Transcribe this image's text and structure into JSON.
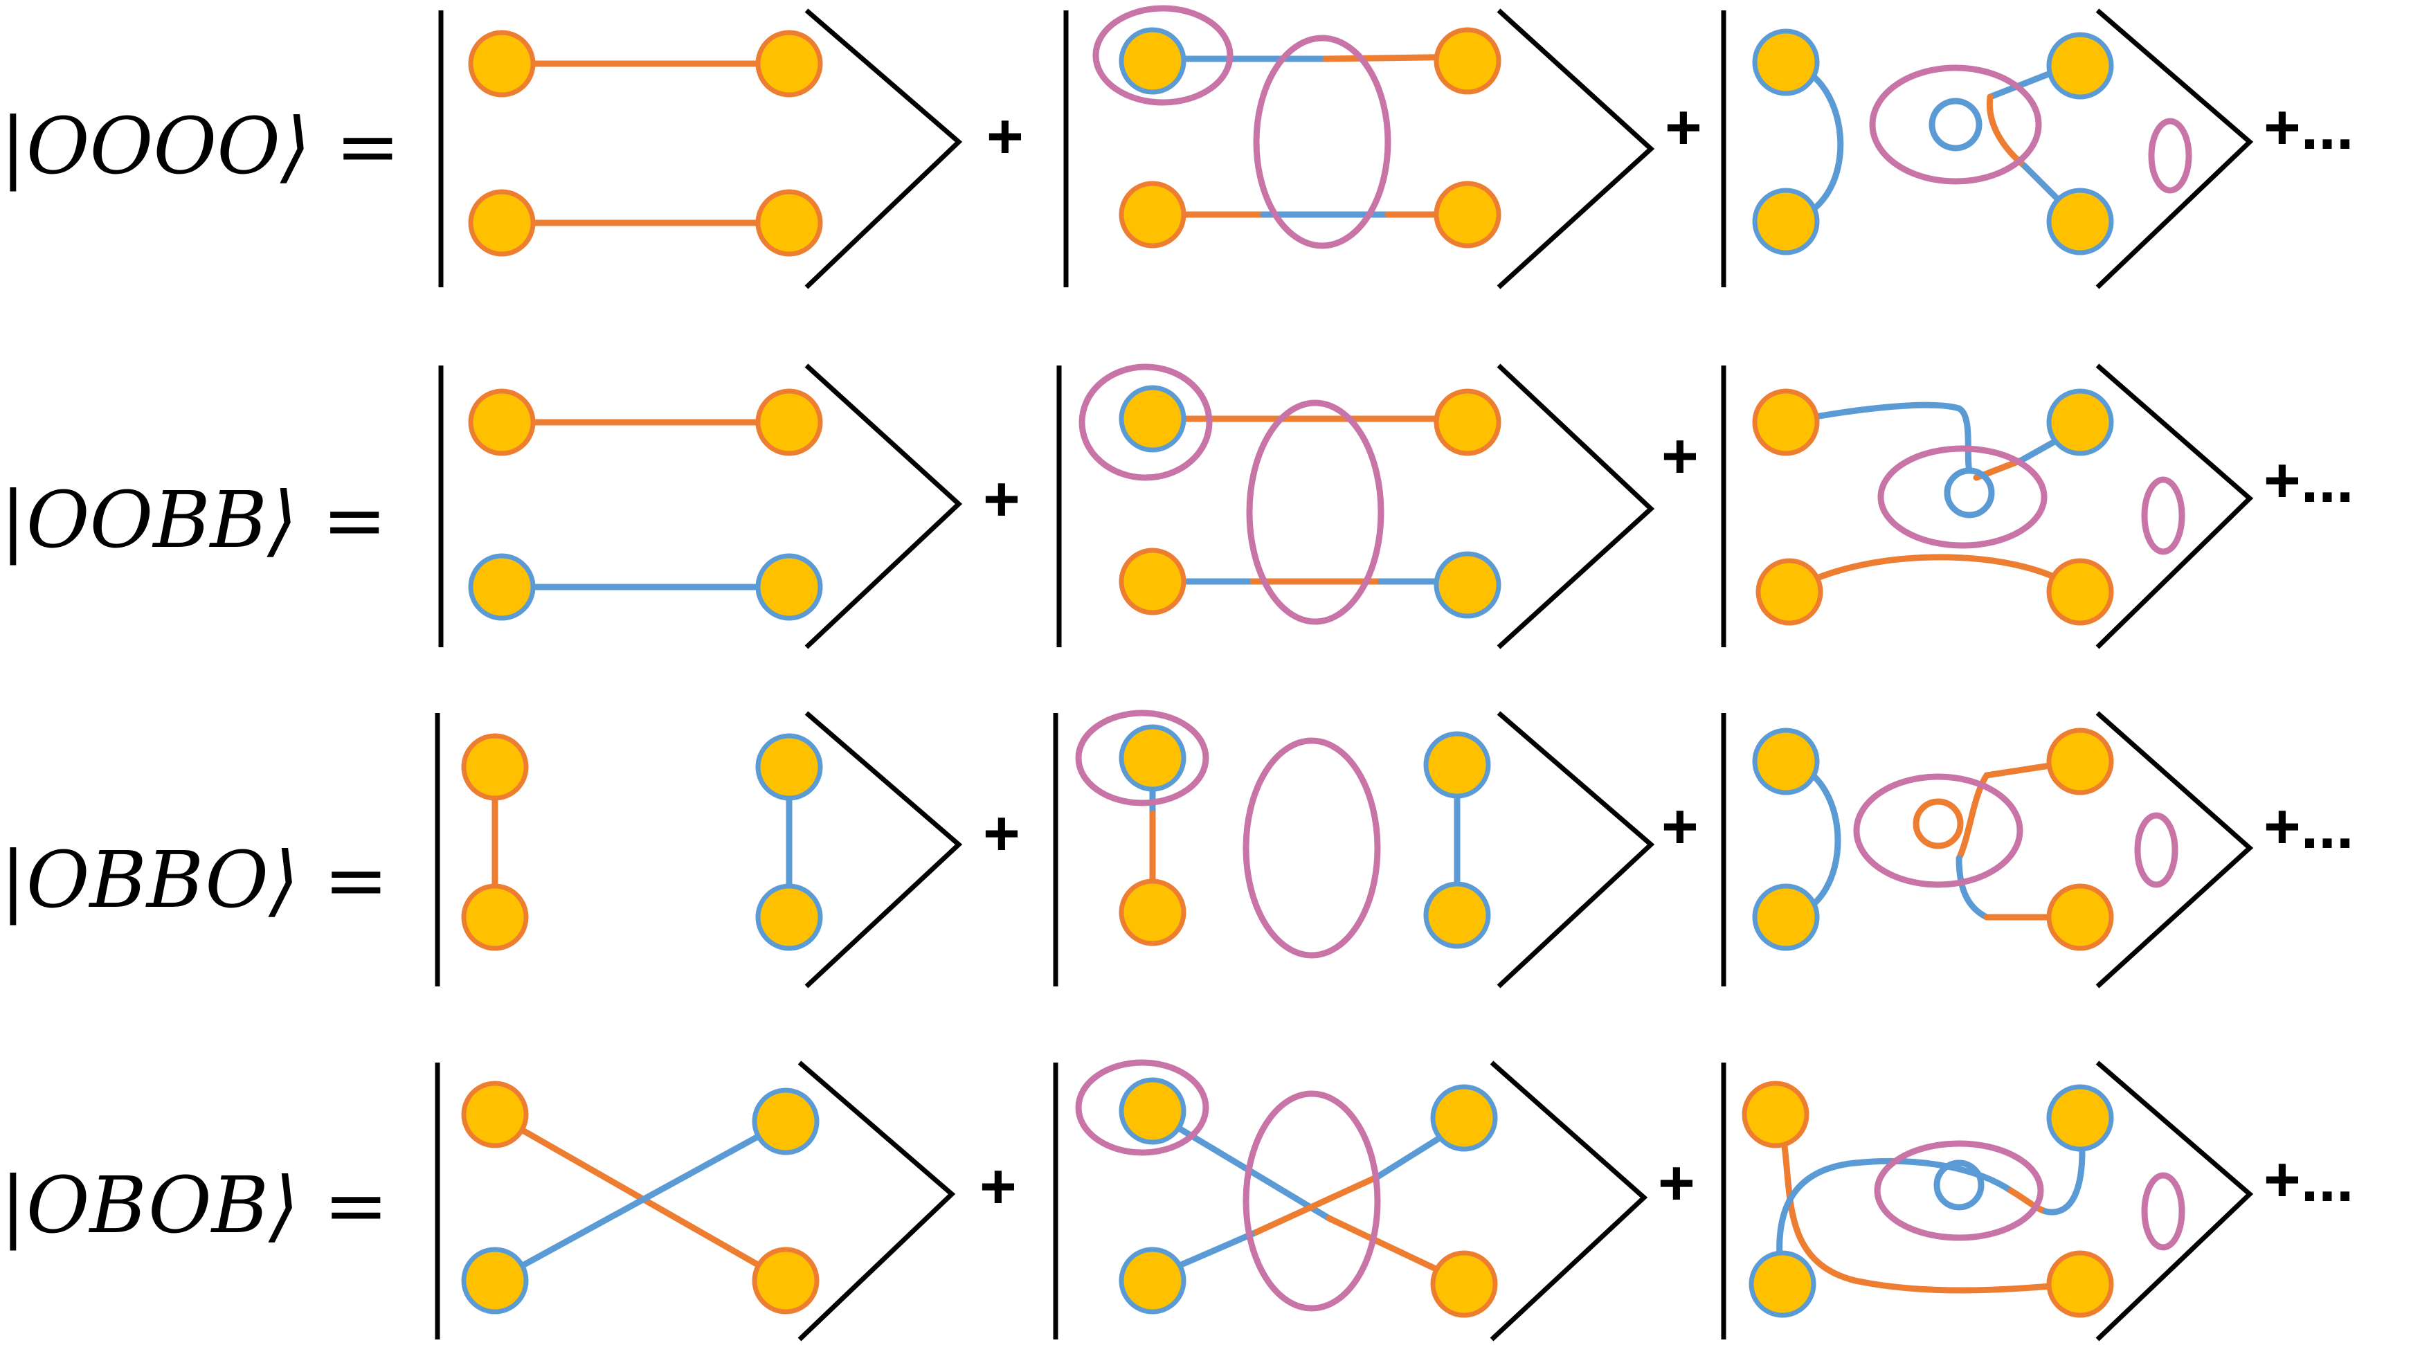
{
  "colors": {
    "node_fill": "#FFC000",
    "orange": "#ED7D31",
    "blue": "#5B9BD5",
    "pink": "#C874A6",
    "ink": "#000000"
  },
  "rows": [
    {
      "label": "|OOOO⟩ =",
      "terms": [
        "+",
        "+",
        "+..."
      ]
    },
    {
      "label": "|OOBB⟩ =",
      "terms": [
        "+",
        "+",
        "+..."
      ]
    },
    {
      "label": "|OBBO⟩ =",
      "terms": [
        "+",
        "+",
        "+..."
      ]
    },
    {
      "label": "|OBOB⟩ =",
      "terms": [
        "+",
        "+",
        "+..."
      ]
    }
  ]
}
